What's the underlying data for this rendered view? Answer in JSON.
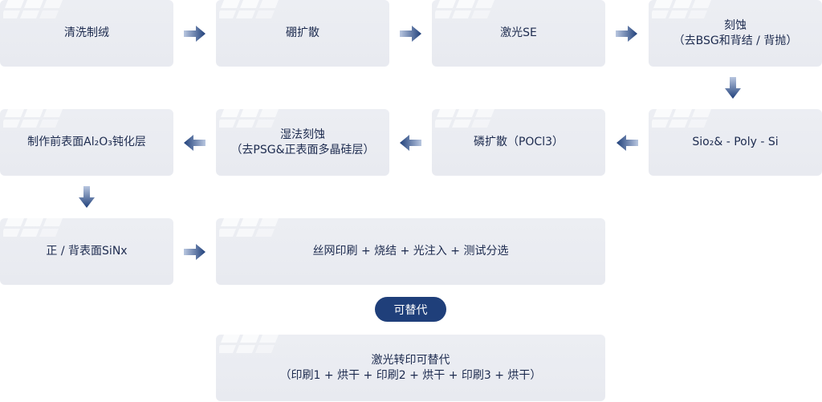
{
  "steps": {
    "cleaning": "清洗制绒",
    "boron_diffusion": "硼扩散",
    "laser_se": "激光SE",
    "etching": "刻蚀\n（去BSG和背结 / 背抛）",
    "sio2_poly_si": "Sio₂& - Poly - Si",
    "phosphorus_diffusion": "磷扩散（POCl3）",
    "wet_etching": "湿法刻蚀\n（去PSG&正表面多晶硅层）",
    "front_passivation": "制作前表面Al₂O₃钝化层",
    "sinx": "正 / 背表面SiNx",
    "print_sinter": "丝网印刷 + 烧结 + 光注入 + 测试分选",
    "laser_transfer": "激光转印可替代\n（印刷1 + 烘干 + 印刷2 + 烘干 + 印刷3 + 烘干）"
  },
  "alternative_label": "可替代",
  "colors": {
    "box_fill": "#eceef3",
    "text": "#1d2b4f",
    "arrow_dark": "#1f3f7a",
    "pill": "#1f3f7a"
  }
}
